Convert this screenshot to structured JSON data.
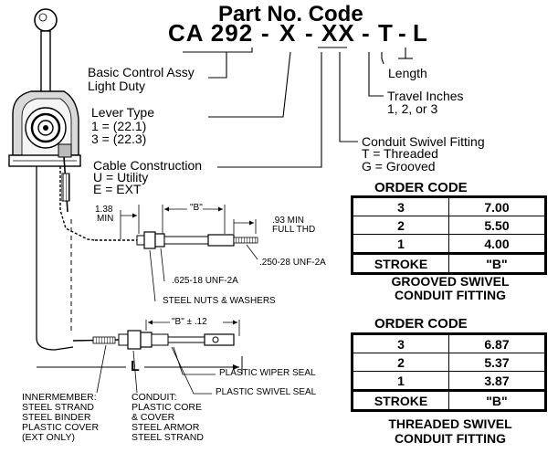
{
  "title": "Part No. Code",
  "code": {
    "prefix": "CA 292",
    "d1": "-",
    "x": "X",
    "d2": "-",
    "xx": "XX",
    "d3": "-",
    "t": "T",
    "d4": "-",
    "l": "L"
  },
  "labels": {
    "basic_line1": "Basic Control Assy",
    "basic_line2": "Light Duty",
    "lever_line1": "Lever Type",
    "lever_line2": "1 = (22.1)",
    "lever_line3": "3 = (22.3)",
    "cable_line1": "Cable Construction",
    "cable_line2": "U = Utility",
    "cable_line3": "E = EXT",
    "length": "Length",
    "travel_line1": "Travel Inches",
    "travel_line2": "1, 2, or 3",
    "conduit_line1": "Conduit Swivel Fitting",
    "conduit_line2": "T = Threaded",
    "conduit_line3": "G = Grooved"
  },
  "dimensions": {
    "min_138_a": "1.38",
    "min_138_b": "MIN",
    "b_quote": "\"B\"",
    "min_93_a": ".93 MIN",
    "min_93_b": "FULL THD",
    "unf_250": ".250-28 UNF-2A",
    "unf_625": ".625-18 UNF-2A",
    "steel_nuts": "STEEL NUTS & WASHERS",
    "b_tol": "\"B\" ± .12",
    "l_dim": "L",
    "wiper_seal": "PLASTIC WIPER SEAL",
    "swivel_seal": "PLASTIC SWIVEL SEAL"
  },
  "notes": {
    "inner_1": "INNERMEMBER:",
    "inner_2": "STEEL STRAND",
    "inner_3": "STEEL BINDER",
    "inner_4": "PLASTIC COVER",
    "inner_5": "(EXT ONLY)",
    "cond_1": "CONDUIT:",
    "cond_2": "PLASTIC CORE",
    "cond_3": "& COVER",
    "cond_4": "STEEL ARMOR",
    "cond_5": "STEEL STRAND"
  },
  "grooved_table": {
    "heading": "ORDER CODE",
    "rows": [
      {
        "code": "3",
        "value": "7.00"
      },
      {
        "code": "2",
        "value": "5.50"
      },
      {
        "code": "1",
        "value": "4.00"
      }
    ],
    "stroke_label": "STROKE",
    "stroke_value": "\"B\"",
    "caption_1": "GROOVED SWIVEL",
    "caption_2": "CONDUIT FITTING"
  },
  "threaded_table": {
    "heading": "ORDER CODE",
    "rows": [
      {
        "code": "3",
        "value": "6.87"
      },
      {
        "code": "2",
        "value": "5.37"
      },
      {
        "code": "1",
        "value": "3.87"
      }
    ],
    "stroke_label": "STROKE",
    "stroke_value": "\"B\"",
    "caption_1": "THREADED SWIVEL",
    "caption_2": "CONDUIT FITTING"
  }
}
